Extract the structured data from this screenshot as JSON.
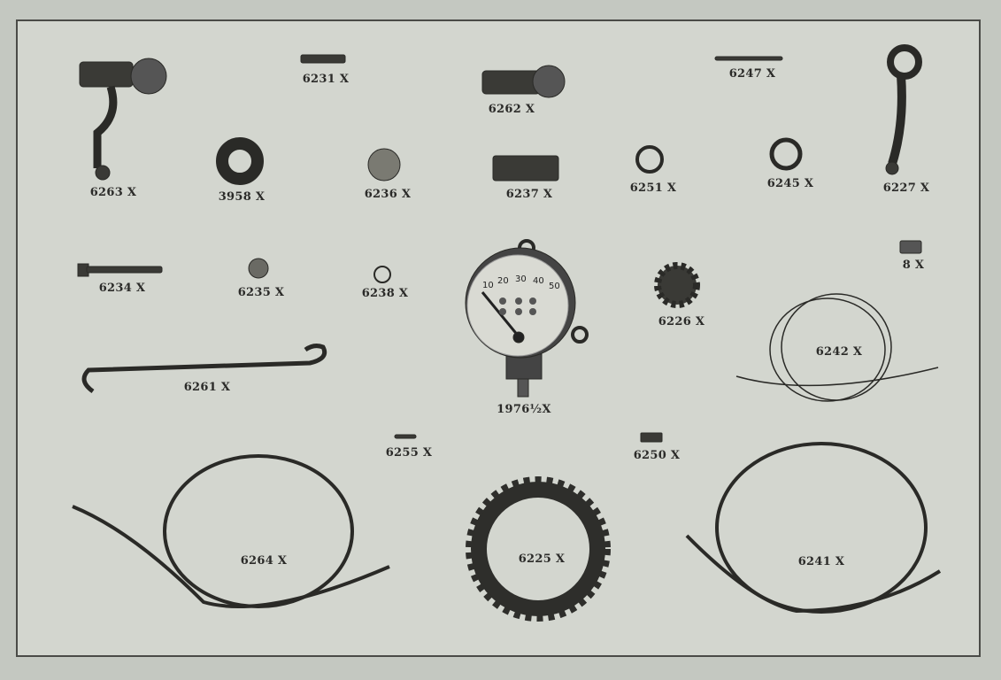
{
  "parts": {
    "p6263": "6263 X",
    "p6231": "6231 X",
    "p6262": "6262 X",
    "p6247": "6247 X",
    "p6227": "6227 X",
    "p3958": "3958 X",
    "p6236": "6236 X",
    "p6237": "6237 X",
    "p6251": "6251 X",
    "p6245": "6245 X",
    "p6234": "6234 X",
    "p6235": "6235 X",
    "p6238": "6238 X",
    "p8": "8 X",
    "p6226": "6226 X",
    "p6242": "6242 X",
    "p6261": "6261 X",
    "p1976": "1976½X",
    "p6255": "6255 X",
    "p6250": "6250 X",
    "p6264": "6264 X",
    "p6225": "6225 X",
    "p6241": "6241 X"
  },
  "speedometer_dial": [
    "10",
    "20",
    "30",
    "40",
    "50"
  ],
  "colors": {
    "paper": "#d3d6cf",
    "ink": "#2b2b29",
    "metal": "#3a3a36"
  }
}
